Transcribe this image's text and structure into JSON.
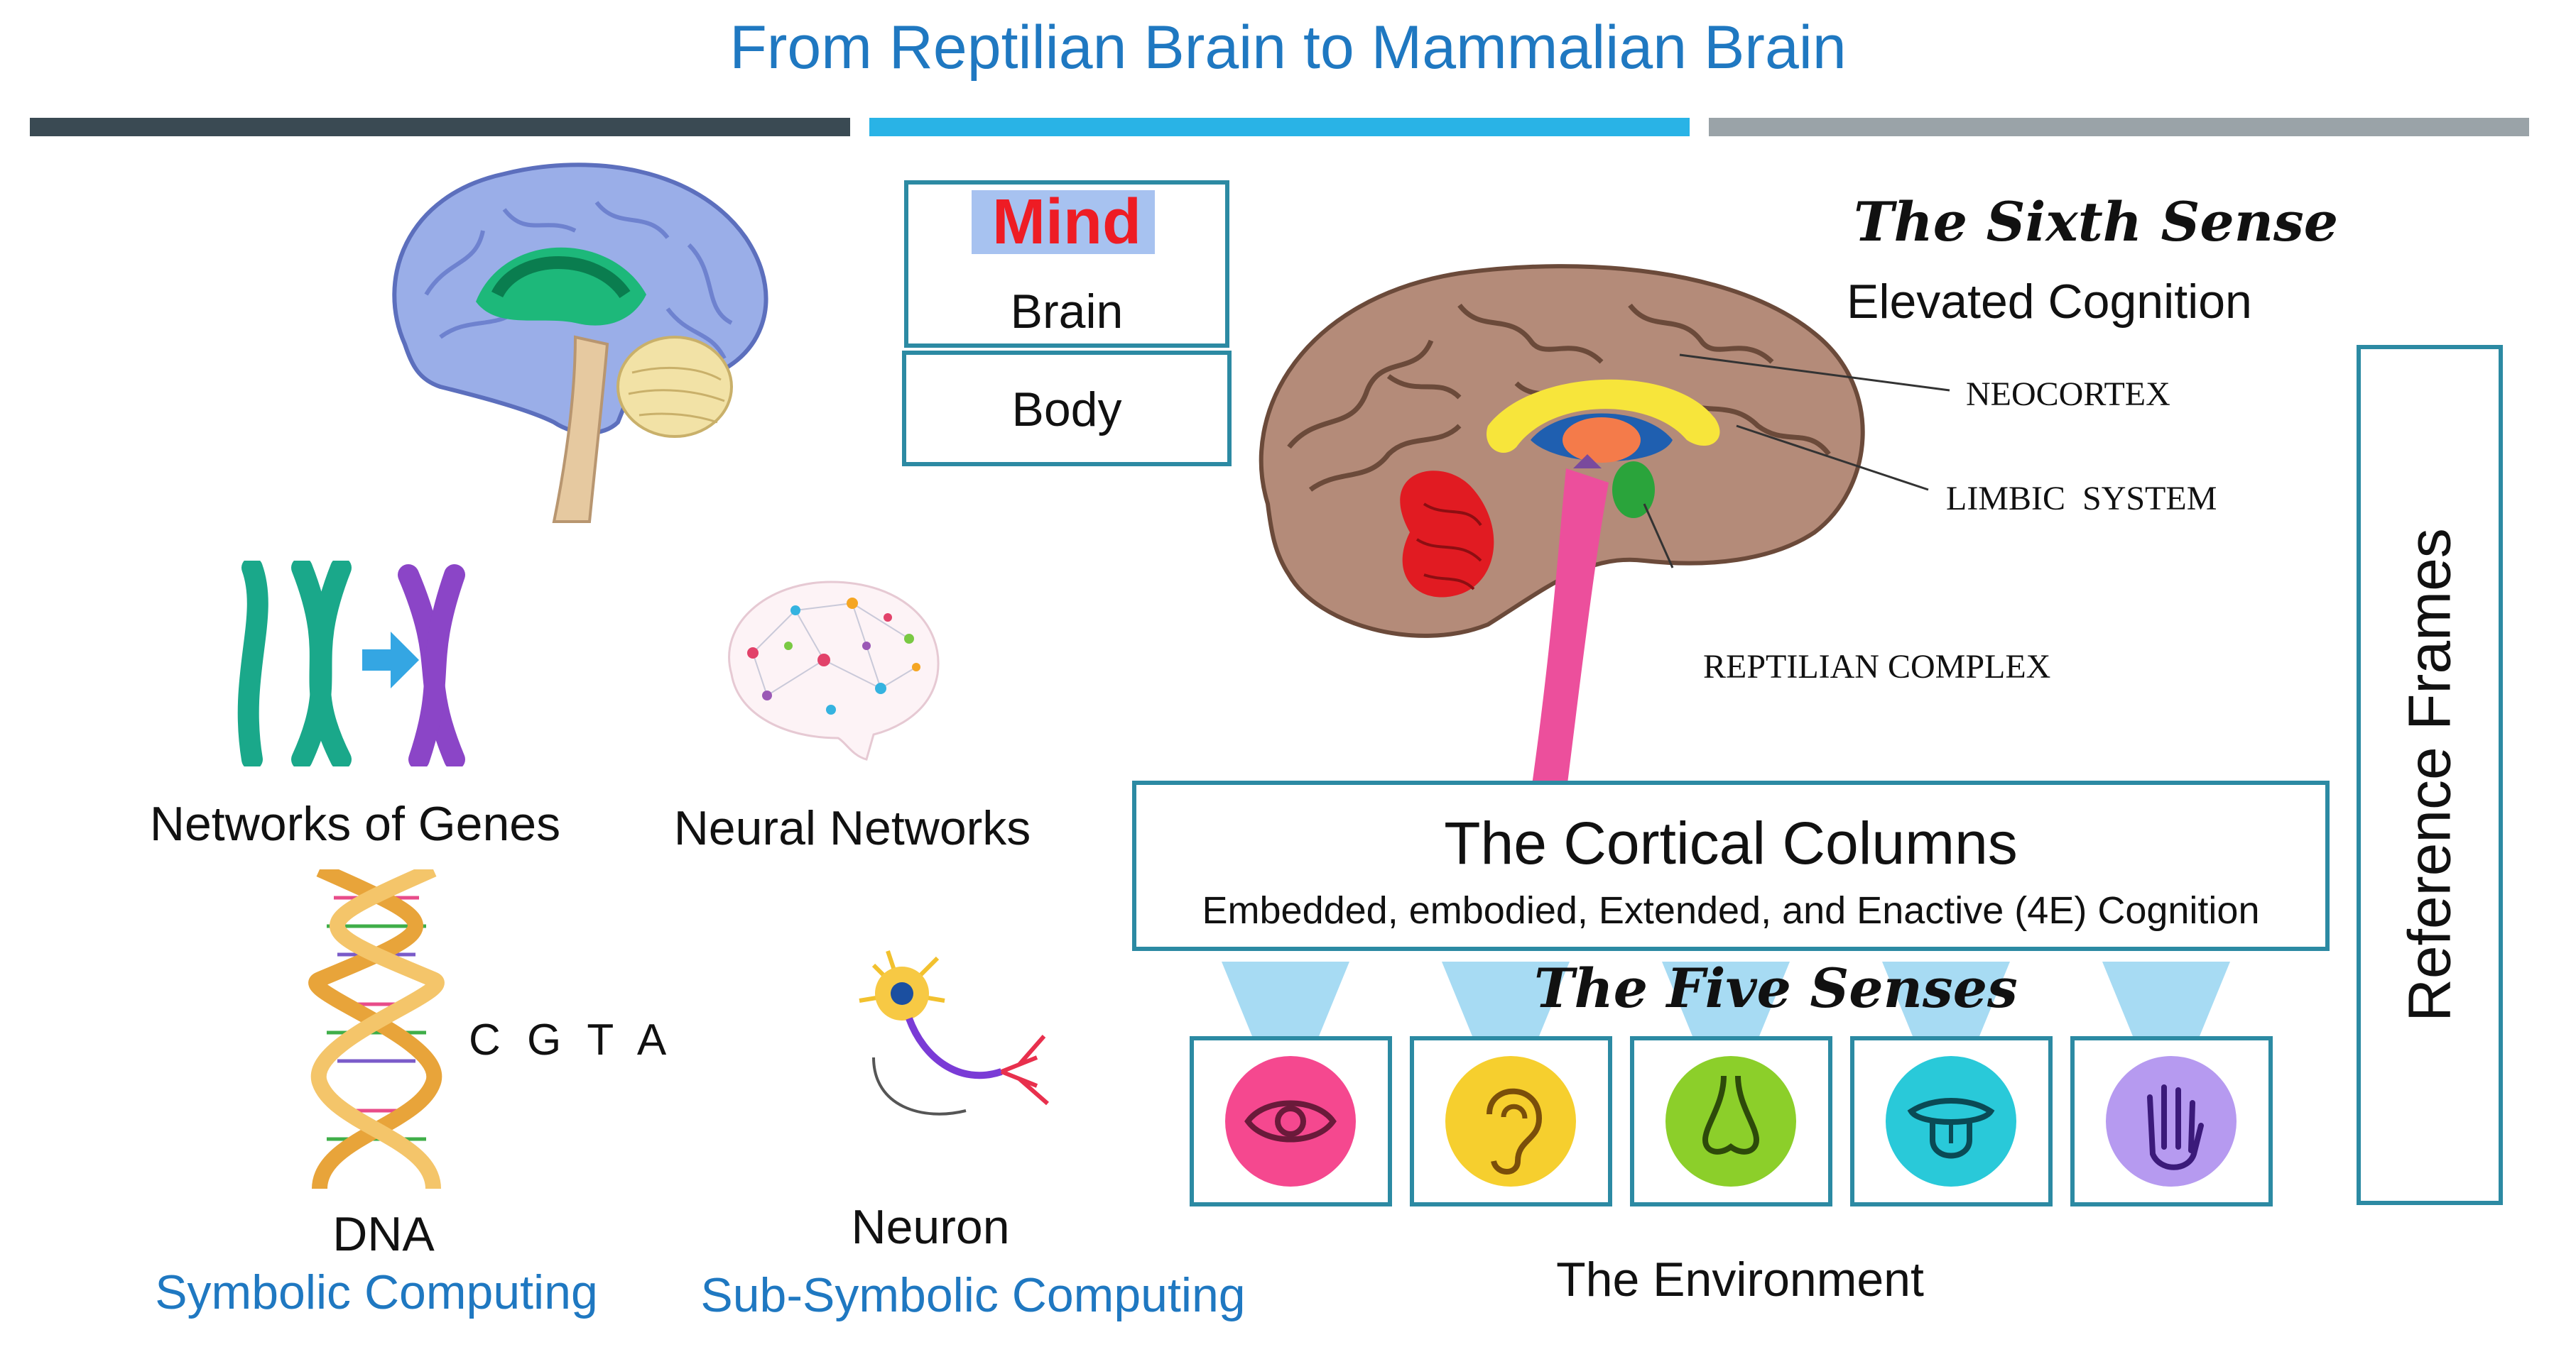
{
  "title": "From Reptilian Brain to Mammalian Brain",
  "colors": {
    "title": "#1f78c1",
    "bar_dark": "#3a4a53",
    "bar_light": "#29b3e6",
    "bar_grey": "#9aa3a8",
    "box_border": "#2c8aa3",
    "mind_red": "#ee1c24"
  },
  "stack": {
    "mind": "Mind",
    "brain": "Brain",
    "body": "Body"
  },
  "left": {
    "genes_label": "Networks of Genes",
    "neural_label": "Neural Networks",
    "dna_letters": "C G T A",
    "dna_label": "DNA",
    "symbolic_label": "Symbolic Computing",
    "neuron_label": "Neuron",
    "subsymbolic_label": "Sub-Symbolic Computing"
  },
  "brain_diagram": {
    "sixth_sense": "The Sixth Sense",
    "elevated": "Elevated Cognition",
    "neocortex": "NEOCORTEX",
    "limbic": "LIMBIC  SYSTEM",
    "reptilian": "REPTILIAN COMPLEX"
  },
  "cortical": {
    "title": "The Cortical Columns",
    "subtitle": "Embedded, embodied, Extended, and Enactive (4E) Cognition"
  },
  "senses": {
    "title": "The Five Senses",
    "items": [
      {
        "icon": "eye-icon",
        "color": "#f5488f"
      },
      {
        "icon": "ear-icon",
        "color": "#f6cf2e"
      },
      {
        "icon": "nose-icon",
        "color": "#8ccf2a"
      },
      {
        "icon": "mouth-icon",
        "color": "#29c9d9"
      },
      {
        "icon": "hand-icon",
        "color": "#b69af0"
      }
    ]
  },
  "environment": "The Environment",
  "reference_frames": "Reference Frames"
}
